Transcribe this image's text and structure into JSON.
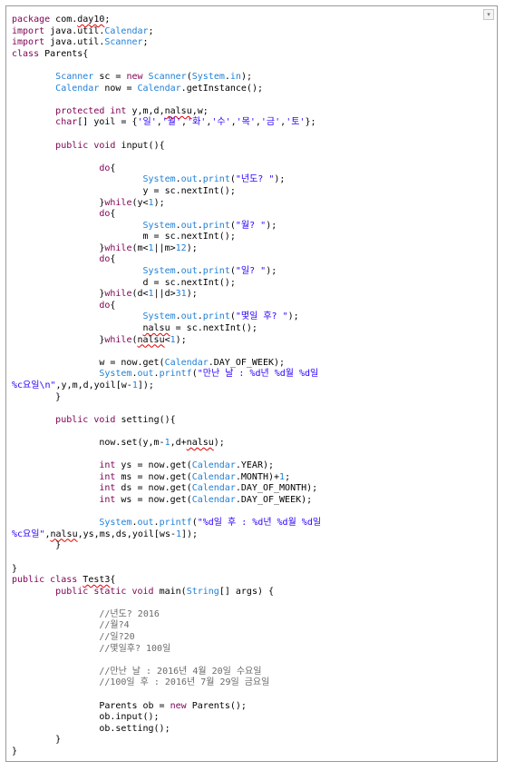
{
  "editor": {
    "dropdown_icon": "▾",
    "lines": [
      "package com.day10;",
      "import java.util.Calendar;",
      "import java.util.Scanner;",
      "class Parents{",
      "",
      "        Scanner sc = new Scanner(System.in);",
      "        Calendar now = Calendar.getInstance();",
      "",
      "        protected int y,m,d,nalsu,w;",
      "        char[] yoil = {'일','월','화','수','목','금','토'};",
      "",
      "        public void input(){",
      "",
      "                do{",
      "                        System.out.print(\"년도? \");",
      "                        y = sc.nextInt();",
      "                }while(y<1);",
      "                do{",
      "                        System.out.print(\"월? \");",
      "                        m = sc.nextInt();",
      "                }while(m<1||m>12);",
      "                do{",
      "                        System.out.print(\"일? \");",
      "                        d = sc.nextInt();",
      "                }while(d<1||d>31);",
      "                do{",
      "                        System.out.print(\"몇일 후? \");",
      "                        nalsu = sc.nextInt();",
      "                }while(nalsu<1);",
      "",
      "                w = now.get(Calendar.DAY_OF_WEEK);",
      "                System.out.printf(\"만난 날 : %d년 %d월 %d일",
      "%c요일\\n\",y,m,d,yoil[w-1]);",
      "        }",
      "",
      "        public void setting(){",
      "",
      "                now.set(y,m-1,d+nalsu);",
      "",
      "                int ys = now.get(Calendar.YEAR);",
      "                int ms = now.get(Calendar.MONTH)+1;",
      "                int ds = now.get(Calendar.DAY_OF_MONTH);",
      "                int ws = now.get(Calendar.DAY_OF_WEEK);",
      "",
      "                System.out.printf(\"%d일 후 : %d년 %d월 %d일",
      "%c요일\",nalsu,ys,ms,ds,yoil[ws-1]);",
      "        }",
      "",
      "}",
      "public class Test3{",
      "        public static void main(String[] args) {",
      "",
      "                //년도? 2016",
      "                //월?4",
      "                //일?20",
      "                //몇일후? 100일",
      "",
      "                //만난 날 : 2016년 4월 20일 수요일",
      "                //100일 후 : 2016년 7월 29일 금요일",
      "",
      "                Parents ob = new Parents();",
      "                ob.input();",
      "                ob.setting();",
      "        }",
      "}"
    ]
  }
}
